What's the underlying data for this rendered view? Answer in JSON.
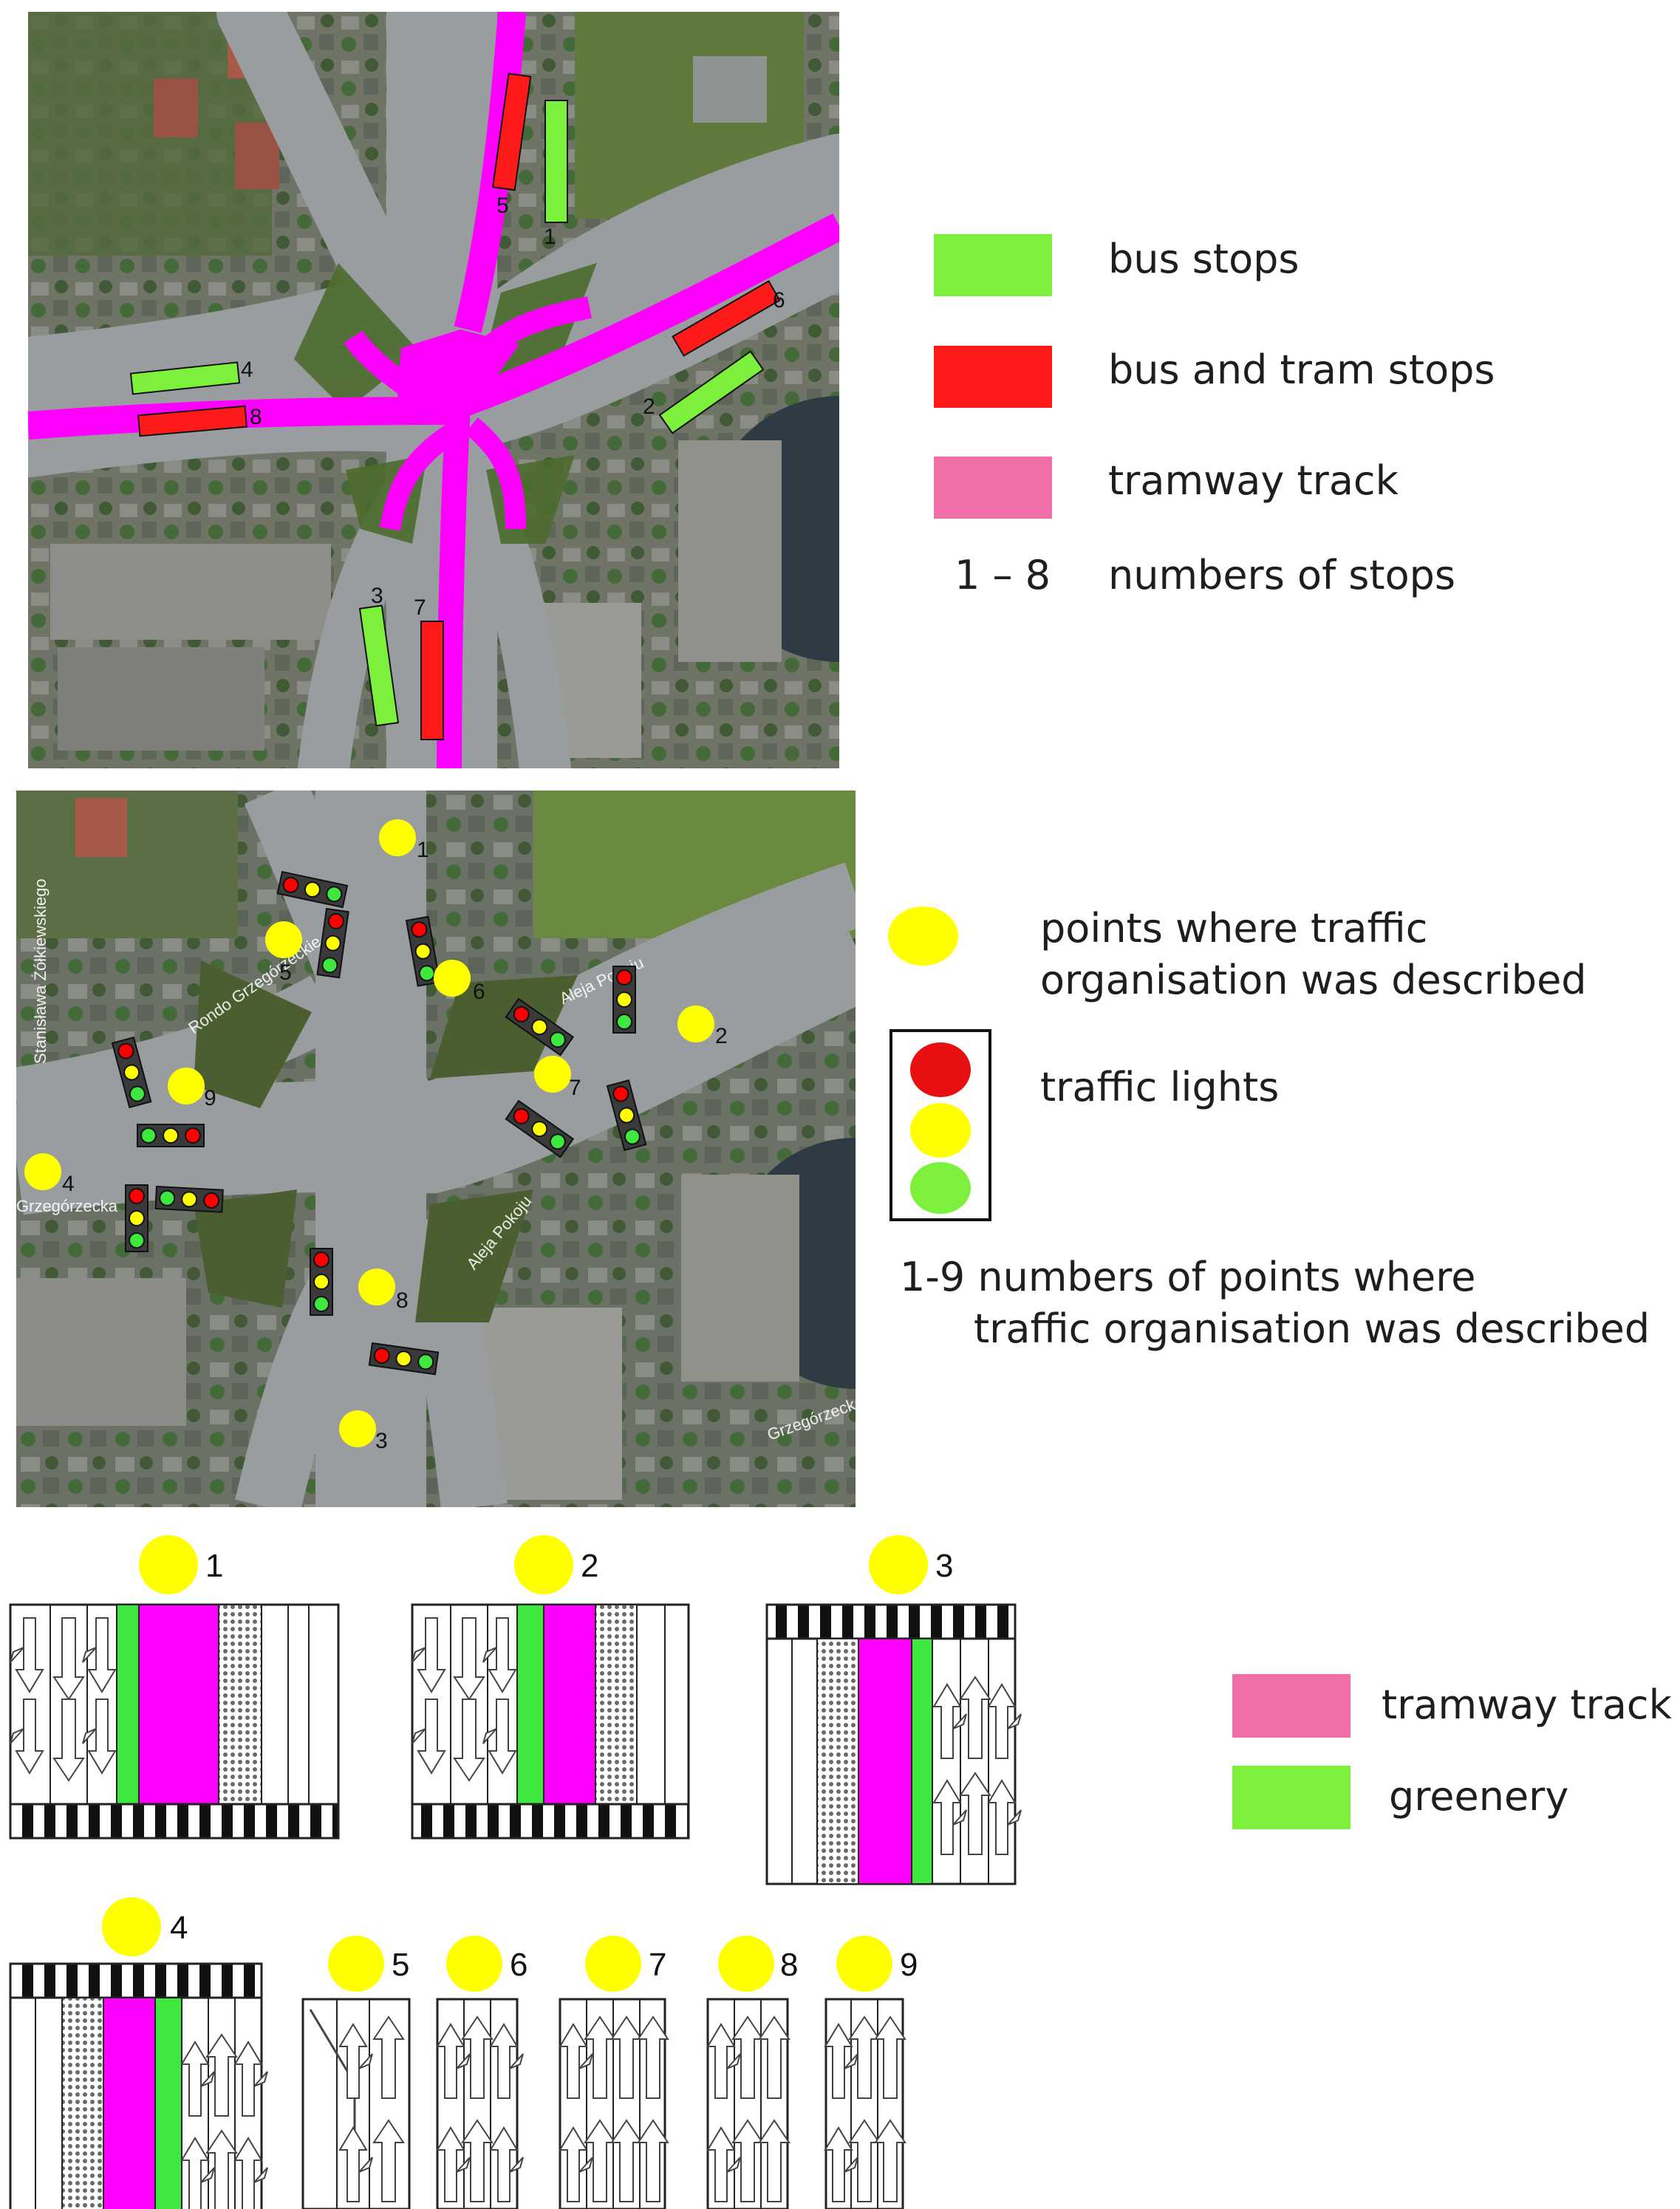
{
  "map1": {
    "legend": [
      {
        "label": "bus stops",
        "color": "#7df03c"
      },
      {
        "label": "bus and tram stops",
        "color": "#ff1a1a"
      },
      {
        "label": "tramway track",
        "color": "#f06fa8"
      }
    ],
    "numbers_key": "1 – 8",
    "numbers_label": "numbers of stops",
    "stops": [
      "1",
      "2",
      "3",
      "4",
      "5",
      "6",
      "7",
      "8"
    ]
  },
  "map2": {
    "legend_points_label": "points where traffic\norganisation was described",
    "legend_lights_label": "traffic lights",
    "numbers_label_line1": "1-9 numbers of points where",
    "numbers_label_line2": "traffic organisation was described",
    "points": [
      "1",
      "2",
      "3",
      "4",
      "5",
      "6",
      "7",
      "8",
      "9"
    ],
    "street_labels": [
      "Rondo Grzegórzeckie",
      "Aleja Pokoju",
      "Aleja Pokoju",
      "Grzegórzecka",
      "Grzegórzecka",
      "Stanisława Żółkiewskiego"
    ]
  },
  "diagrams": {
    "numbers": [
      "1",
      "2",
      "3",
      "4",
      "5",
      "6",
      "7",
      "8",
      "9"
    ],
    "legend": [
      {
        "label": "tramway track",
        "color": "#f06fa8"
      },
      {
        "label": "greenery",
        "color": "#7df03c"
      }
    ]
  },
  "colors": {
    "tram": "#ff00ff",
    "green": "#3ee83e",
    "yellow": "#ffff00",
    "red": "#ff0000"
  }
}
